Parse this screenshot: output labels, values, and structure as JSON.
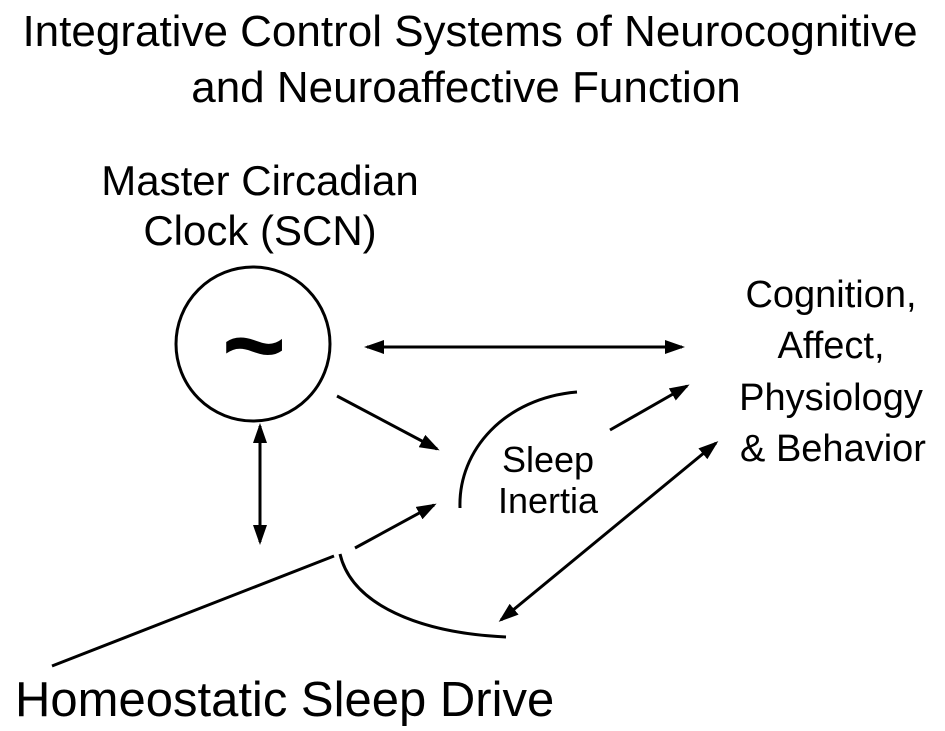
{
  "title": {
    "lines": [
      "Integrative Control Systems of Neurocognitive",
      "and Neuroaffective Function"
    ]
  },
  "nodes": {
    "master_clock": {
      "lines": [
        "Master Circadian",
        "Clock (SCN)"
      ],
      "symbol": "~"
    },
    "outcomes": {
      "lines": [
        "Cognition,",
        "Affect,",
        "Physiology",
        "& Behavior"
      ]
    },
    "sleep_inertia": {
      "lines": [
        "Sleep",
        "Inertia"
      ]
    },
    "homeostatic": {
      "label": "Homeostatic Sleep Drive"
    }
  },
  "colors": {
    "ink": "#000000",
    "background": "#ffffff"
  }
}
